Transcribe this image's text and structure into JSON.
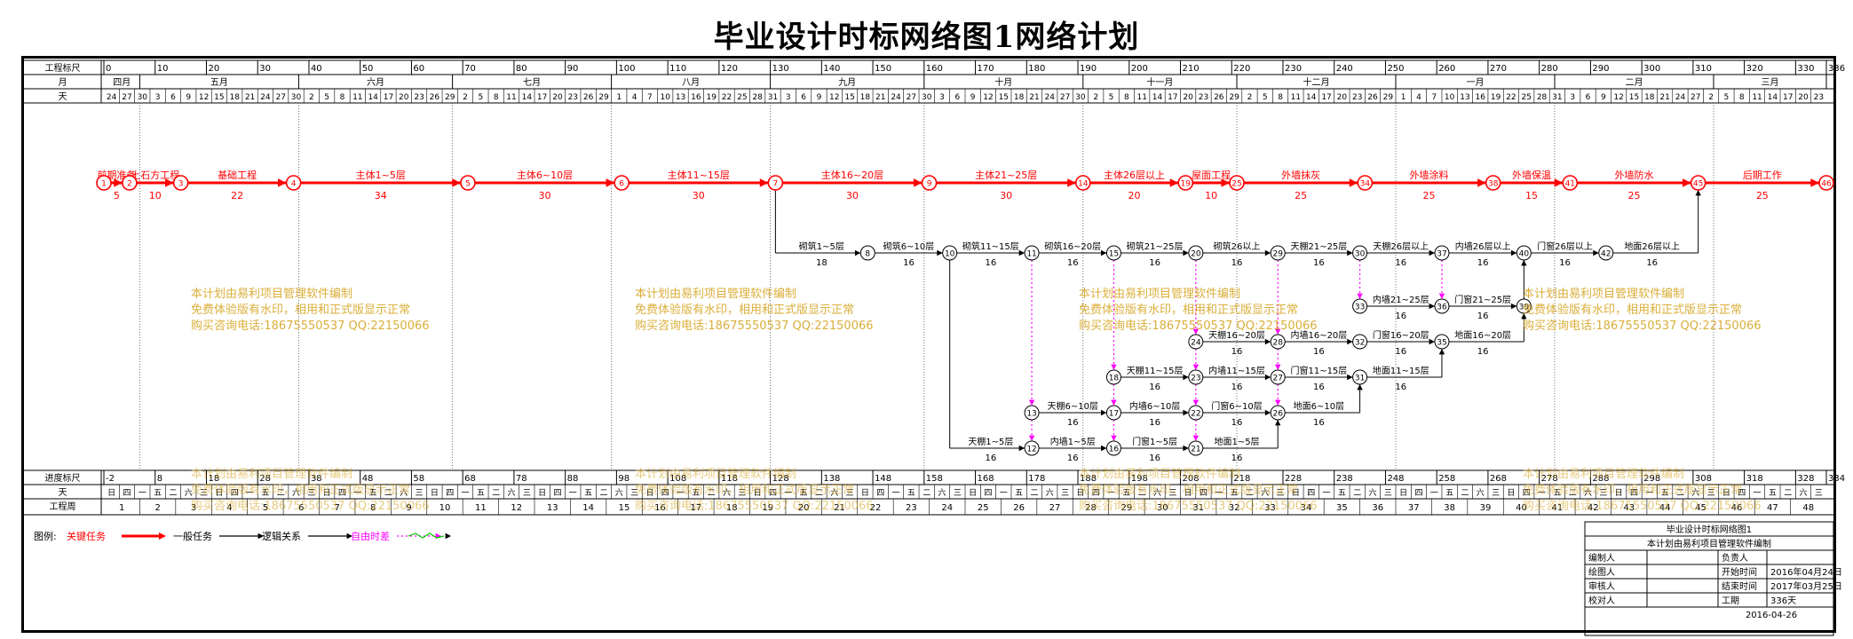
{
  "title": "毕业设计时标网络图1网络计划",
  "scale_rows": {
    "top": [
      "工程标尺",
      "月",
      "天"
    ],
    "bottom": [
      "进度标尺",
      "天",
      "工程周"
    ]
  },
  "top_scale_ticks": [
    "0",
    "10",
    "20",
    "30",
    "40",
    "50",
    "60",
    "70",
    "80",
    "90",
    "100",
    "110",
    "120",
    "130",
    "140",
    "150",
    "160",
    "170",
    "180",
    "190",
    "200",
    "210",
    "220",
    "230",
    "240",
    "250",
    "260",
    "270",
    "280",
    "290",
    "300",
    "310",
    "320",
    "330",
    "336"
  ],
  "months": [
    "四月",
    "五月",
    "六月",
    "七月",
    "八月",
    "九月",
    "十月",
    "十一月",
    "十二月",
    "一月",
    "二月",
    "三月"
  ],
  "month_bounds": [
    0,
    7,
    38,
    68,
    99,
    130,
    160,
    191,
    221,
    252,
    283,
    314,
    336
  ],
  "day_labels": [
    "24",
    "27",
    "30",
    "3",
    "6",
    "9",
    "12",
    "15",
    "18",
    "21",
    "24",
    "27",
    "30",
    "2",
    "5",
    "8",
    "11",
    "14",
    "17",
    "20",
    "23",
    "26",
    "29",
    "2",
    "5",
    "8",
    "11",
    "14",
    "17",
    "20",
    "23",
    "26",
    "29",
    "1",
    "4",
    "7",
    "10",
    "13",
    "16",
    "19",
    "22",
    "25",
    "28",
    "31",
    "3",
    "6",
    "9",
    "12",
    "15",
    "18",
    "21",
    "24",
    "27",
    "30",
    "3",
    "6",
    "9",
    "12",
    "15",
    "18",
    "21",
    "24",
    "27",
    "30",
    "2",
    "5",
    "8",
    "11",
    "14",
    "17",
    "20",
    "23",
    "26",
    "29",
    "2",
    "5",
    "8",
    "11",
    "14",
    "17",
    "20",
    "23",
    "26",
    "29",
    "1",
    "4",
    "7",
    "10",
    "13",
    "16",
    "19",
    "22",
    "25",
    "28",
    "31",
    "3",
    "6",
    "9",
    "12",
    "15",
    "18",
    "21",
    "24",
    "27",
    "2",
    "5",
    "8",
    "11",
    "14",
    "17",
    "20",
    "23"
  ],
  "bottom_scale_ticks": [
    "-2",
    "8",
    "18",
    "28",
    "38",
    "48",
    "58",
    "68",
    "78",
    "88",
    "98",
    "108",
    "118",
    "128",
    "138",
    "148",
    "158",
    "168",
    "178",
    "188",
    "198",
    "208",
    "218",
    "228",
    "238",
    "248",
    "258",
    "268",
    "278",
    "288",
    "298",
    "308",
    "318",
    "328",
    "334"
  ],
  "weekdays": [
    "日",
    "四",
    "一",
    "五",
    "二",
    "六",
    "三",
    "日",
    "四",
    "一",
    "五",
    "二",
    "六",
    "三",
    "日",
    "四",
    "一",
    "五",
    "二",
    "六",
    "三",
    "日",
    "四",
    "一",
    "五",
    "二",
    "六",
    "三",
    "日",
    "四",
    "一",
    "五",
    "二",
    "六",
    "三",
    "日",
    "四",
    "一",
    "五",
    "二",
    "六",
    "三",
    "日",
    "四",
    "一",
    "五",
    "二",
    "六",
    "三",
    "日",
    "四",
    "一",
    "五",
    "二",
    "六",
    "三",
    "日",
    "四",
    "一",
    "五",
    "二",
    "六",
    "三",
    "日",
    "四",
    "一",
    "五",
    "二",
    "六",
    "三",
    "日",
    "四",
    "一",
    "五",
    "二",
    "六",
    "三",
    "日",
    "四",
    "一",
    "五",
    "二",
    "六",
    "三",
    "日",
    "四",
    "一",
    "五",
    "二",
    "六",
    "三",
    "日",
    "四",
    "一",
    "五",
    "二",
    "六",
    "三",
    "日",
    "四",
    "一",
    "五",
    "二",
    "六",
    "三",
    "日",
    "四",
    "一",
    "五",
    "二",
    "六",
    "三"
  ],
  "weeks": [
    "1",
    "2",
    "3",
    "4",
    "5",
    "6",
    "7",
    "8",
    "9",
    "10",
    "11",
    "12",
    "13",
    "14",
    "15",
    "16",
    "17",
    "18",
    "19",
    "20",
    "21",
    "22",
    "23",
    "24",
    "25",
    "26",
    "27",
    "28",
    "29",
    "30",
    "31",
    "32",
    "33",
    "34",
    "35",
    "36",
    "37",
    "38",
    "39",
    "40",
    "41",
    "42",
    "43",
    "44",
    "45",
    "46",
    "47",
    "48"
  ],
  "nodes": [
    {
      "id": "1",
      "day": 0,
      "row": "crit"
    },
    {
      "id": "2",
      "day": 5,
      "row": "crit"
    },
    {
      "id": "3",
      "day": 15,
      "row": "crit"
    },
    {
      "id": "4",
      "day": 37,
      "row": "crit"
    },
    {
      "id": "5",
      "day": 71,
      "row": "crit"
    },
    {
      "id": "6",
      "day": 101,
      "row": "crit"
    },
    {
      "id": "7",
      "day": 131,
      "row": "crit"
    },
    {
      "id": "9",
      "day": 161,
      "row": "crit"
    },
    {
      "id": "14",
      "day": 191,
      "row": "crit"
    },
    {
      "id": "19",
      "day": 211,
      "row": "crit"
    },
    {
      "id": "25",
      "day": 221,
      "row": "crit"
    },
    {
      "id": "34",
      "day": 246,
      "row": "crit"
    },
    {
      "id": "38",
      "day": 271,
      "row": "crit"
    },
    {
      "id": "41",
      "day": 286,
      "row": "crit"
    },
    {
      "id": "45",
      "day": 311,
      "row": "crit"
    },
    {
      "id": "46",
      "day": 336,
      "row": "crit"
    },
    {
      "id": "8",
      "day": 149,
      "row": "r1"
    },
    {
      "id": "10",
      "day": 165,
      "row": "r1"
    },
    {
      "id": "11",
      "day": 181,
      "row": "r1"
    },
    {
      "id": "15",
      "day": 197,
      "row": "r1"
    },
    {
      "id": "20",
      "day": 213,
      "row": "r1"
    },
    {
      "id": "29",
      "day": 229,
      "row": "r1"
    },
    {
      "id": "30",
      "day": 245,
      "row": "r1"
    },
    {
      "id": "37",
      "day": 261,
      "row": "r1"
    },
    {
      "id": "40",
      "day": 277,
      "row": "r1"
    },
    {
      "id": "42",
      "day": 293,
      "row": "r1"
    },
    {
      "id": "33",
      "day": 245,
      "row": "r2"
    },
    {
      "id": "36",
      "day": 261,
      "row": "r2"
    },
    {
      "id": "39",
      "day": 277,
      "row": "r2"
    },
    {
      "id": "24",
      "day": 213,
      "row": "r3"
    },
    {
      "id": "28",
      "day": 229,
      "row": "r3"
    },
    {
      "id": "32",
      "day": 245,
      "row": "r3"
    },
    {
      "id": "35",
      "day": 261,
      "row": "r3"
    },
    {
      "id": "18",
      "day": 197,
      "row": "r4"
    },
    {
      "id": "23",
      "day": 213,
      "row": "r4"
    },
    {
      "id": "27",
      "day": 229,
      "row": "r4"
    },
    {
      "id": "31",
      "day": 245,
      "row": "r4"
    },
    {
      "id": "13",
      "day": 181,
      "row": "r5"
    },
    {
      "id": "17",
      "day": 197,
      "row": "r5"
    },
    {
      "id": "22",
      "day": 213,
      "row": "r5"
    },
    {
      "id": "26",
      "day": 229,
      "row": "r5"
    },
    {
      "id": "12",
      "day": 181,
      "row": "r6"
    },
    {
      "id": "16",
      "day": 197,
      "row": "r6"
    },
    {
      "id": "21",
      "day": 213,
      "row": "r6"
    }
  ],
  "critical_tasks": [
    {
      "from": "1",
      "to": "2",
      "name": "前期准备",
      "duration": "5"
    },
    {
      "from": "2",
      "to": "3",
      "name": "土石方工程",
      "duration": "10"
    },
    {
      "from": "3",
      "to": "4",
      "name": "基础工程",
      "duration": "22"
    },
    {
      "from": "4",
      "to": "5",
      "name": "主体1~5层",
      "duration": "34"
    },
    {
      "from": "5",
      "to": "6",
      "name": "主体6~10层",
      "duration": "30"
    },
    {
      "from": "6",
      "to": "7",
      "name": "主体11~15层",
      "duration": "30"
    },
    {
      "from": "7",
      "to": "9",
      "name": "主体16~20层",
      "duration": "30"
    },
    {
      "from": "9",
      "to": "14",
      "name": "主体21~25层",
      "duration": "30"
    },
    {
      "from": "14",
      "to": "19",
      "name": "主体26层以上",
      "duration": "20"
    },
    {
      "from": "19",
      "to": "25",
      "name": "屋面工程",
      "duration": "10"
    },
    {
      "from": "25",
      "to": "34",
      "name": "外墙抹灰",
      "duration": "25"
    },
    {
      "from": "34",
      "to": "38",
      "name": "外墙涂料",
      "duration": "25"
    },
    {
      "from": "38",
      "to": "41",
      "name": "外墙保温",
      "duration": "15"
    },
    {
      "from": "41",
      "to": "45",
      "name": "外墙防水",
      "duration": "25"
    },
    {
      "from": "45",
      "to": "46",
      "name": "后期工作",
      "duration": "25"
    }
  ],
  "general_tasks": [
    {
      "from": "7",
      "to": "8",
      "name": "砌筑1~5层",
      "duration": "18",
      "route": "down"
    },
    {
      "from": "8",
      "to": "10",
      "name": "砌筑6~10层",
      "duration": "16"
    },
    {
      "from": "10",
      "to": "11",
      "name": "砌筑11~15层",
      "duration": "16"
    },
    {
      "from": "11",
      "to": "15",
      "name": "砌筑16~20层",
      "duration": "16"
    },
    {
      "from": "15",
      "to": "20",
      "name": "砌筑21~25层",
      "duration": "16"
    },
    {
      "from": "20",
      "to": "29",
      "name": "砌筑26以上",
      "duration": "16"
    },
    {
      "from": "29",
      "to": "30",
      "name": "天棚21~25层",
      "duration": "16"
    },
    {
      "from": "30",
      "to": "37",
      "name": "天棚26层以上",
      "duration": "16"
    },
    {
      "from": "37",
      "to": "40",
      "name": "内墙26层以上",
      "duration": "16"
    },
    {
      "from": "40",
      "to": "42",
      "name": "门窗26层以上",
      "duration": "16"
    },
    {
      "from": "42",
      "to": "45",
      "name": "地面26层以上",
      "duration": "16",
      "route": "up"
    },
    {
      "from": "33",
      "to": "36",
      "name": "内墙21~25层",
      "duration": "16"
    },
    {
      "from": "36",
      "to": "39",
      "name": "门窗21~25层",
      "duration": "16"
    },
    {
      "from": "24",
      "to": "28",
      "name": "天棚16~20层",
      "duration": "16"
    },
    {
      "from": "28",
      "to": "32",
      "name": "内墙16~20层",
      "duration": "16"
    },
    {
      "from": "32",
      "to": "35",
      "name": "门窗16~20层",
      "duration": "16"
    },
    {
      "from": "35",
      "to": "39",
      "name": "地面16~20层",
      "duration": "16"
    },
    {
      "from": "18",
      "to": "23",
      "name": "天棚11~15层",
      "duration": "16"
    },
    {
      "from": "23",
      "to": "27",
      "name": "内墙11~15层",
      "duration": "16"
    },
    {
      "from": "27",
      "to": "31",
      "name": "门窗11~15层",
      "duration": "16"
    },
    {
      "from": "31",
      "to": "35",
      "name": "地面11~15层",
      "duration": "16"
    },
    {
      "from": "13",
      "to": "17",
      "name": "天棚6~10层",
      "duration": "16"
    },
    {
      "from": "17",
      "to": "22",
      "name": "内墙6~10层",
      "duration": "16"
    },
    {
      "from": "22",
      "to": "26",
      "name": "门窗6~10层",
      "duration": "16"
    },
    {
      "from": "26",
      "to": "31",
      "name": "地面6~10层",
      "duration": "16"
    },
    {
      "from": "10",
      "to": "12",
      "name": "天棚1~5层",
      "duration": "16",
      "route": "down"
    },
    {
      "from": "12",
      "to": "16",
      "name": "内墙1~5层",
      "duration": "16"
    },
    {
      "from": "16",
      "to": "21",
      "name": "门窗1~5层",
      "duration": "16"
    },
    {
      "from": "21",
      "to": "26",
      "name": "地面1~5层",
      "duration": "16"
    },
    {
      "from": "39",
      "to": "40",
      "name": "",
      "duration": "",
      "route": "up"
    }
  ],
  "logic_links": [
    {
      "from": "11",
      "to": "13"
    },
    {
      "from": "15",
      "to": "18"
    },
    {
      "from": "20",
      "to": "24"
    },
    {
      "from": "29",
      "to": "28"
    },
    {
      "from": "30",
      "to": "33"
    },
    {
      "from": "37",
      "to": "36"
    },
    {
      "from": "13",
      "to": "12"
    },
    {
      "from": "18",
      "to": "17"
    },
    {
      "from": "17",
      "to": "16"
    },
    {
      "from": "24",
      "to": "23"
    },
    {
      "from": "23",
      "to": "22"
    },
    {
      "from": "22",
      "to": "21"
    },
    {
      "from": "28",
      "to": "27"
    },
    {
      "from": "27",
      "to": "26"
    }
  ],
  "watermark_lines": [
    "本计划由易利项目管理软件编制",
    "免费体验版有水印，相用和正式版显示正常",
    "购买咨询电话:18675550537 QQ:22150066"
  ],
  "legend": {
    "label": "图例:",
    "items": [
      "关键任务",
      "一般任务",
      "逻辑关系",
      "自由时差"
    ],
    "colors": [
      "#ff0000",
      "#000000",
      "#000000",
      "#ff00ff",
      "#00cc00"
    ]
  },
  "info_box": {
    "title": "毕业设计时标网络图1",
    "subtitle": "本计划由易利项目管理软件编制",
    "rows": [
      [
        "编制人",
        "",
        "负责人",
        ""
      ],
      [
        "绘图人",
        "",
        "开始时间",
        "2016年04月24日"
      ],
      [
        "审核人",
        "",
        "结束时间",
        "2017年03月25日"
      ],
      [
        "校对人",
        "",
        "工期",
        "336天"
      ]
    ],
    "date": "2016-04-26"
  },
  "colors": {
    "critical": "#ff0000",
    "general": "#000000",
    "logic": "#ff00ff",
    "watermark": "#d4a017"
  }
}
